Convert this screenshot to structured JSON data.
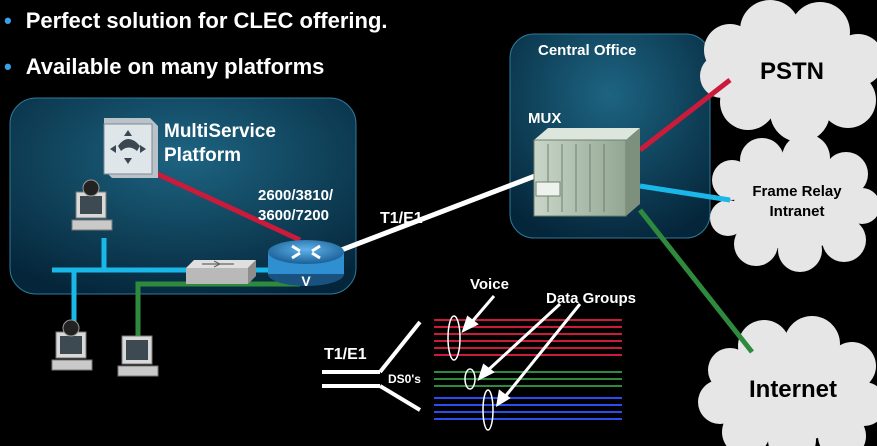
{
  "bullets": [
    "Perfect solution for CLEC offering.",
    "Available on many platforms"
  ],
  "central_office": {
    "title": "Central Office",
    "mux_label": "MUX"
  },
  "site": {
    "platform_title": "MultiService\nPlatform",
    "router_models": "2600/3810/\n3600/7200"
  },
  "links": {
    "trunk_label": "T1/E1",
    "detail_trunk_label": "T1/E1",
    "ds0_label": "DS0's"
  },
  "clouds": {
    "pstn": "PSTN",
    "frame_relay": "Frame Relay\nIntranet",
    "internet": "Internet"
  },
  "callouts": {
    "voice": "Voice",
    "data_groups": "Data Groups"
  },
  "colors": {
    "background": "#000000",
    "panel": "#0a3a52",
    "bullet_dot": "#3aa0e8",
    "voice_line": "#cc1a3a",
    "lan_line": "#19b8e8",
    "data_line_green": "#2e8b3e",
    "data_line_blue": "#2a4cf0",
    "router": "#2f8fd0",
    "cloud": "#e6e6e6"
  },
  "icons": [
    "phone-switch-icon",
    "router-icon",
    "lan-switch-icon",
    "workstation-icon",
    "mux-icon",
    "cloud-icon"
  ]
}
